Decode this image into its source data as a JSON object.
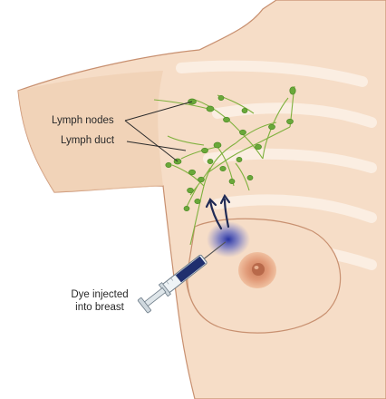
{
  "labels": {
    "lymph_nodes": "Lymph nodes",
    "lymph_duct": "Lymph duct",
    "dye_line1": "Dye injected",
    "dye_line2": "into breast"
  },
  "colors": {
    "skin": "#f6ddc7",
    "skin_shadow": "#ecc7a8",
    "outline": "#c89070",
    "rib": "#fbeee2",
    "lymph": "#8fbf4a",
    "node": "#6aa83a",
    "dye": "#2a3aa8",
    "areola": "#e0a080",
    "nipple": "#c97c5a"
  },
  "icons": [
    "syringe-icon",
    "arrow-up-icon"
  ]
}
